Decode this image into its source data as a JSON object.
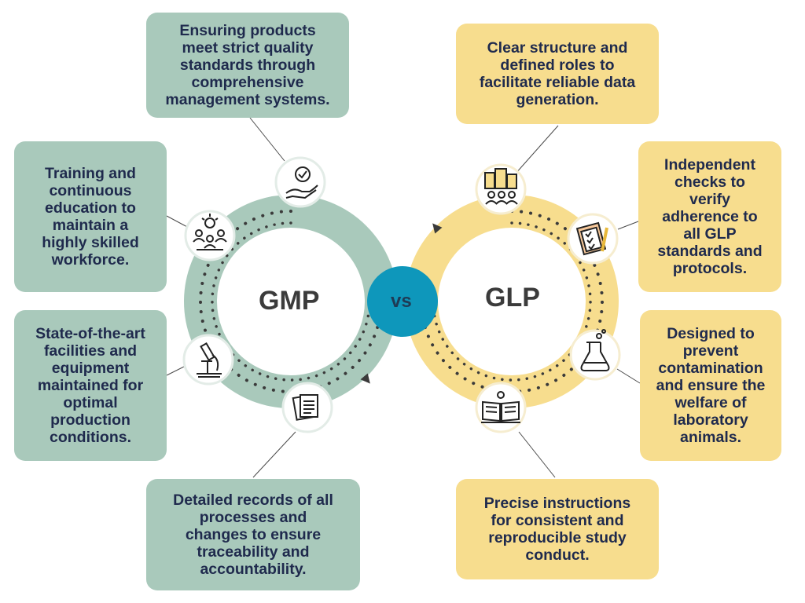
{
  "colors": {
    "gmp_ring": "#a9c9bb",
    "glp_ring": "#f7dd8e",
    "vs_circle": "#0e97bb",
    "text": "#1f2a4d"
  },
  "center": {
    "gmp_label": "GMP",
    "glp_label": "GLP",
    "vs_label": "vs"
  },
  "gmp": {
    "items": [
      {
        "text": "Ensuring products\nmeet strict quality\nstandards through\ncomprehensive\nmanagement systems.",
        "icon": "quality-hand-icon"
      },
      {
        "text": "Training and\ncontinuous\neducation to\nmaintain a\nhighly skilled\nworkforce.",
        "icon": "training-team-icon"
      },
      {
        "text": "State-of-the-art\nfacilities and\nequipment\nmaintained for\noptimal\nproduction\nconditions.",
        "icon": "microscope-icon"
      },
      {
        "text": "Detailed records of all\nprocesses and\nchanges to ensure\ntraceability and\naccountability.",
        "icon": "documents-icon"
      }
    ]
  },
  "glp": {
    "items": [
      {
        "text": "Clear structure and\ndefined roles to\nfacilitate reliable data\ngeneration.",
        "icon": "organization-icon"
      },
      {
        "text": "Independent\nchecks to\nverify\nadherence to\nall GLP\nstandards and\nprotocols.",
        "icon": "checklist-clipboard-icon"
      },
      {
        "text": "Designed to\nprevent\ncontamination\nand ensure the\nwelfare of\nlaboratory\nanimals.",
        "icon": "flask-icon"
      },
      {
        "text": "Precise instructions\nfor consistent and\nreproducible study\nconduct.",
        "icon": "instruction-book-icon"
      }
    ]
  }
}
